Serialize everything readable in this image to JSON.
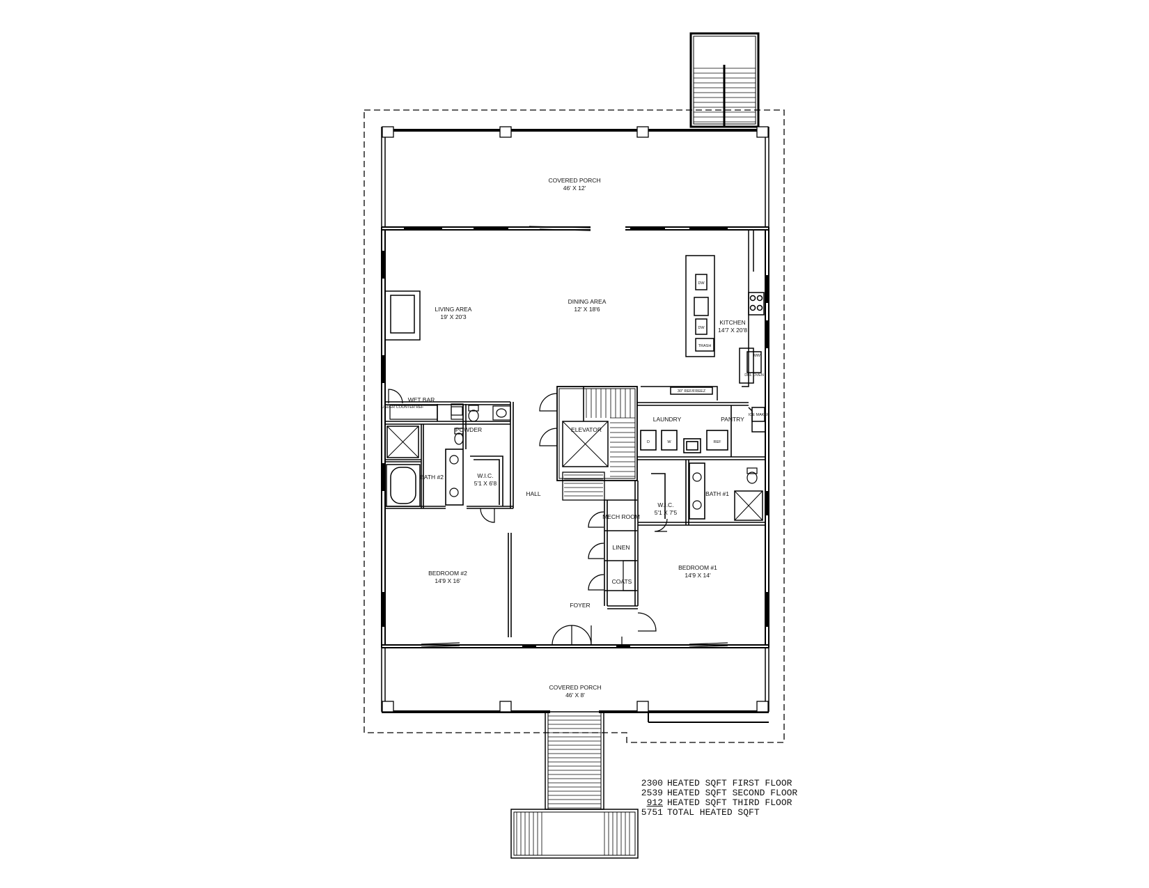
{
  "rooms": {
    "covered_porch_rear": {
      "name": "COVERED PORCH",
      "dim": "46' X 12'"
    },
    "living_area": {
      "name": "LIVING AREA",
      "dim": "19' X 20'3"
    },
    "dining_area": {
      "name": "DINING AREA",
      "dim": "12' X 18'6"
    },
    "kitchen": {
      "name": "KITCHEN",
      "dim": "14'7 X 20'8"
    },
    "wet_bar": {
      "name": "WET BAR"
    },
    "under_counter_ref": {
      "name": "UNDER COUNTER REF"
    },
    "powder": {
      "name": "POWDER"
    },
    "elevator": {
      "name": "ELEVATOR"
    },
    "laundry": {
      "name": "LAUNDRY"
    },
    "pantry": {
      "name": "PANTRY"
    },
    "ice_maker": {
      "name": "ICE MAKER"
    },
    "refreez": {
      "name": "30\" REF/FREEZ"
    },
    "bath2": {
      "name": "BATH #2"
    },
    "wic2": {
      "name": "W.I.C.",
      "dim": "5'1 X 6'8"
    },
    "hall": {
      "name": "HALL"
    },
    "bath1": {
      "name": "BATH #1"
    },
    "wic1": {
      "name": "W.I.C.",
      "dim": "5'1 X 7'5"
    },
    "mech_room": {
      "name": "MECH ROOM"
    },
    "linen": {
      "name": "LINEN"
    },
    "coats": {
      "name": "COATS"
    },
    "bedroom2": {
      "name": "BEDROOM #2",
      "dim": "14'9 X 16'"
    },
    "bedroom1": {
      "name": "BEDROOM #1",
      "dim": "14'9 X 14'"
    },
    "foyer": {
      "name": "FOYER"
    },
    "covered_porch_front": {
      "name": "COVERED PORCH",
      "dim": "46' X 8'"
    }
  },
  "fixtures": {
    "dw": "DW",
    "trash": "TRASH",
    "mw": "MW",
    "dbl_oven": "DBL OVEN",
    "dryer": "D",
    "washer": "W",
    "ref": "REF"
  },
  "sqft": [
    {
      "value": "2300",
      "label": "HEATED SQFT FIRST FLOOR"
    },
    {
      "value": "2539",
      "label": "HEATED SQFT SECOND FLOOR"
    },
    {
      "value": "912",
      "label": "HEATED SQFT THIRD FLOOR"
    },
    {
      "value": "5751",
      "label": "TOTAL HEATED SQFT"
    }
  ]
}
